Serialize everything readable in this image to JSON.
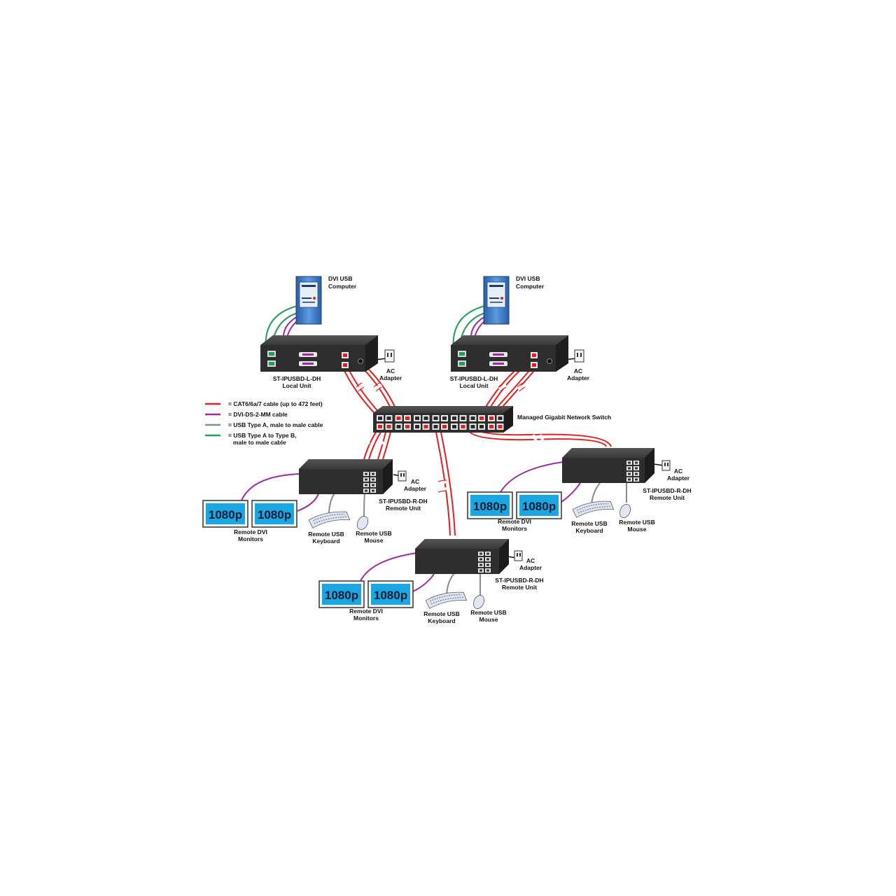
{
  "legend": [
    {
      "color": "#e02020",
      "lines": [
        "= CAT6/6a/7 cable (up to 472 feet)"
      ]
    },
    {
      "color": "#9b2ca0",
      "lines": [
        "= DVI-DS-2-MM cable"
      ]
    },
    {
      "color": "#8a8a8a",
      "lines": [
        "= USB Type A, male to male cable"
      ]
    },
    {
      "color": "#1fa05a",
      "lines": [
        "= USB Type A to Type B,",
        "male to male cable"
      ]
    }
  ],
  "labels": {
    "computer": [
      "DVI USB",
      "Computer"
    ],
    "local_unit": [
      "ST-IPUSBD-L-DH",
      "Local Unit"
    ],
    "remote_unit": [
      "ST-IPUSBD-R-DH",
      "Remote Unit"
    ],
    "ac_adapter": [
      "AC",
      "Adapter"
    ],
    "switch": "Managed Gigabit Network Switch",
    "monitors": [
      "Remote DVI",
      "Monitors"
    ],
    "keyboard": [
      "Remote USB",
      "Keyboard"
    ],
    "mouse": [
      "Remote USB",
      "Mouse"
    ],
    "monitor_resolution": "1080p"
  },
  "colors": {
    "cat_cable": "#e02020",
    "dvi_cable": "#9b2ca0",
    "usb_a_cable": "#8a8a8a",
    "usb_ab_cable": "#1fa05a",
    "monitor_screen": "#1aa6e0",
    "unit_body": "#2e2e2e",
    "computer_body": "#3a78c2"
  }
}
